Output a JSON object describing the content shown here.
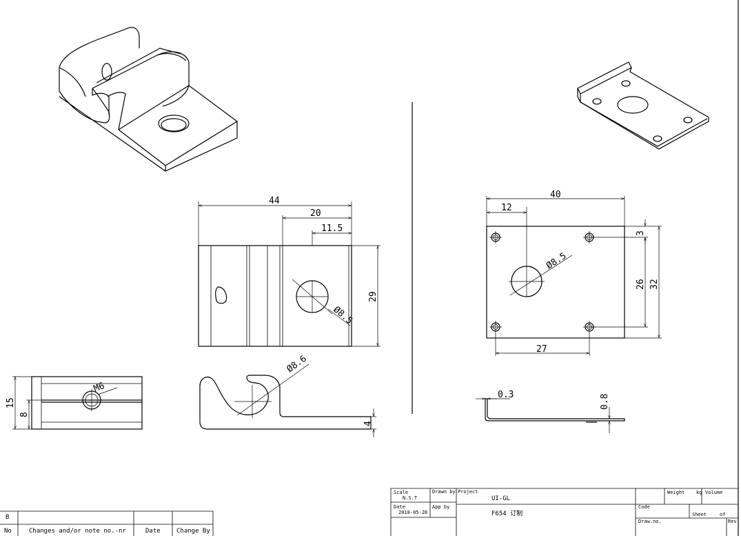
{
  "view_front_dims": {
    "d44": "44",
    "d20": "20",
    "d11_5": "11.5",
    "d29": "29",
    "d8_5": "Ø8.5"
  },
  "view_side_dims": {
    "d15": "15",
    "d8": "8",
    "m6": "M6"
  },
  "view_profile_dims": {
    "d8_6": "Ø8.6",
    "d4": "4"
  },
  "plate_dims": {
    "d40": "40",
    "d12": "12",
    "d8_5": "Ø8.5",
    "d3": "3",
    "d26": "26",
    "d32": "32",
    "d27": "27"
  },
  "plate_side_dims": {
    "d0_3": "0.3",
    "d0_8": "0.8"
  },
  "revision_table": {
    "rev_letter": "B",
    "no_label": "No",
    "changes_label": "Changes and/or note no.-nr",
    "date_label": "Date",
    "change_by_label": "Change By"
  },
  "title_block": {
    "scale_label": "Scale",
    "scale_value": "N.S.T",
    "drawn_by_label": "Drawn by",
    "project_label": "Project",
    "project_value": "UI-GL",
    "date_label": "Date",
    "date_value": "2018-05-28",
    "app_by_label": "App by",
    "part_value": "F654 订制",
    "weight_label": "Weight",
    "kg_label": "kg",
    "volume_label": "Volume",
    "code_label": "Code",
    "sheet_label": "Sheet",
    "of_label": "of",
    "draw_no_label": "Draw.no.",
    "rev_label": "Rev."
  }
}
